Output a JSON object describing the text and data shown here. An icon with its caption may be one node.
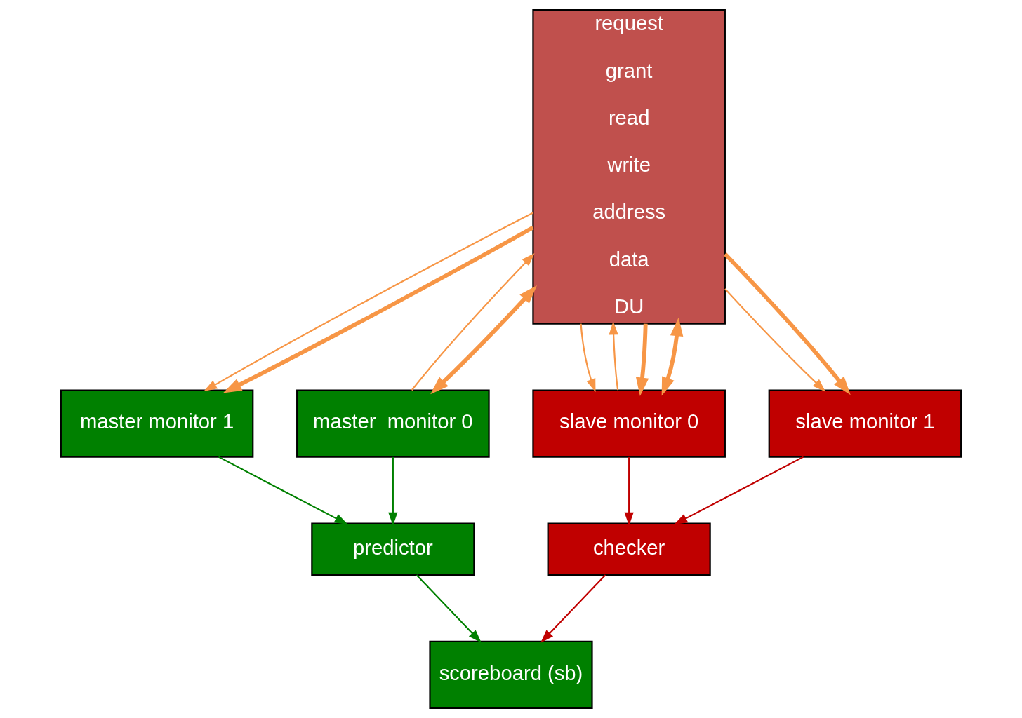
{
  "diagram": {
    "nodes": [
      {
        "text": [
          "request",
          "grant",
          "read",
          "write",
          "address",
          "data",
          "DU"
        ]
      },
      {
        "text": [
          "master  monitor 0"
        ]
      },
      {
        "text": [
          "master monitor 1"
        ]
      },
      {
        "text": [
          "predictor"
        ]
      },
      {
        "text": [
          "scoreboard (sb)"
        ]
      },
      {
        "text": [
          "checker"
        ]
      },
      {
        "text": [
          "slave monitor 0"
        ]
      },
      {
        "text": [
          "slave monitor 1"
        ]
      }
    ],
    "edges": [
      {
        "from": 1,
        "to": 3,
        "arrow": "to",
        "color": "#008000"
      },
      {
        "from": 2,
        "to": 3,
        "arrow": "to",
        "color": "#008000"
      },
      {
        "from": 3,
        "to": 4,
        "arrow": "to",
        "color": "#008000"
      },
      {
        "from": 5,
        "to": 4,
        "arrow": "to",
        "color": "#c00000"
      },
      {
        "from": 6,
        "to": 5,
        "arrow": "to",
        "color": "#c00000"
      },
      {
        "from": 7,
        "to": 5,
        "arrow": "to",
        "color": "#c00000"
      },
      {
        "from": 1,
        "to": 0,
        "arrow": "to"
      },
      {
        "from": 1,
        "to": 0,
        "arrow": "both",
        "style": "thick"
      },
      {
        "from": 0,
        "to": 2,
        "arrow": "to"
      },
      {
        "from": 0,
        "to": 2,
        "arrow": "to",
        "style": "thick"
      },
      {
        "from": 0,
        "to": 6,
        "arrow": "to"
      },
      {
        "from": 6,
        "to": 0,
        "arrow": "to"
      },
      {
        "from": 0,
        "to": 6,
        "arrow": "to",
        "style": "thick"
      },
      {
        "from": 0,
        "to": 6,
        "arrow": "both",
        "style": "thick"
      },
      {
        "from": 0,
        "to": 7,
        "arrow": "to"
      },
      {
        "from": 0,
        "to": 7,
        "arrow": "to",
        "style": "thick"
      }
    ]
  }
}
